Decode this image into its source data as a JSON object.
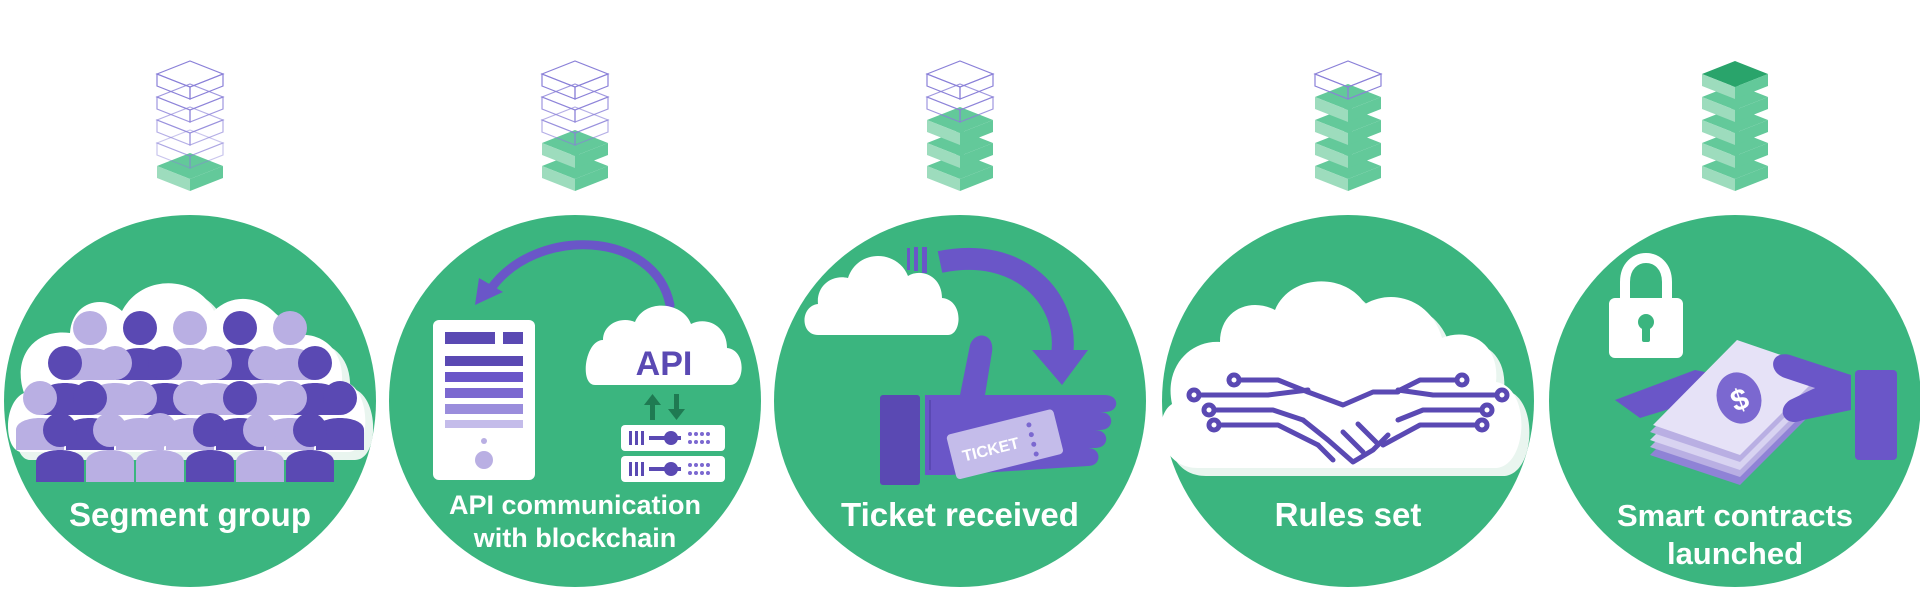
{
  "steps": [
    {
      "id": "segment-group",
      "lines": [
        "Segment group"
      ],
      "blocks_filled": 1,
      "blocks_total": 5
    },
    {
      "id": "api-communication",
      "lines": [
        "API communication",
        "with blockchain"
      ],
      "api_label": "API",
      "blocks_filled": 2,
      "blocks_total": 5
    },
    {
      "id": "ticket-received",
      "lines": [
        "Ticket received"
      ],
      "ticket_label": "TICKET",
      "blocks_filled": 3,
      "blocks_total": 5
    },
    {
      "id": "rules-set",
      "lines": [
        "Rules set"
      ],
      "blocks_filled": 4,
      "blocks_total": 5
    },
    {
      "id": "smart-contracts",
      "lines": [
        "Smart contracts",
        "launched"
      ],
      "blocks_filled": 5,
      "blocks_total": 5
    }
  ],
  "colors": {
    "circle_green": "#3bb57f",
    "purple_dark": "#5a49b3",
    "purple_mid": "#7b68d0",
    "purple_light": "#b9afe3",
    "block_light": "#9ddcbd",
    "block_mid": "#63c99a",
    "block_dark": "#29a46b",
    "outline_purple": "#8a80d8",
    "white": "#ffffff"
  }
}
